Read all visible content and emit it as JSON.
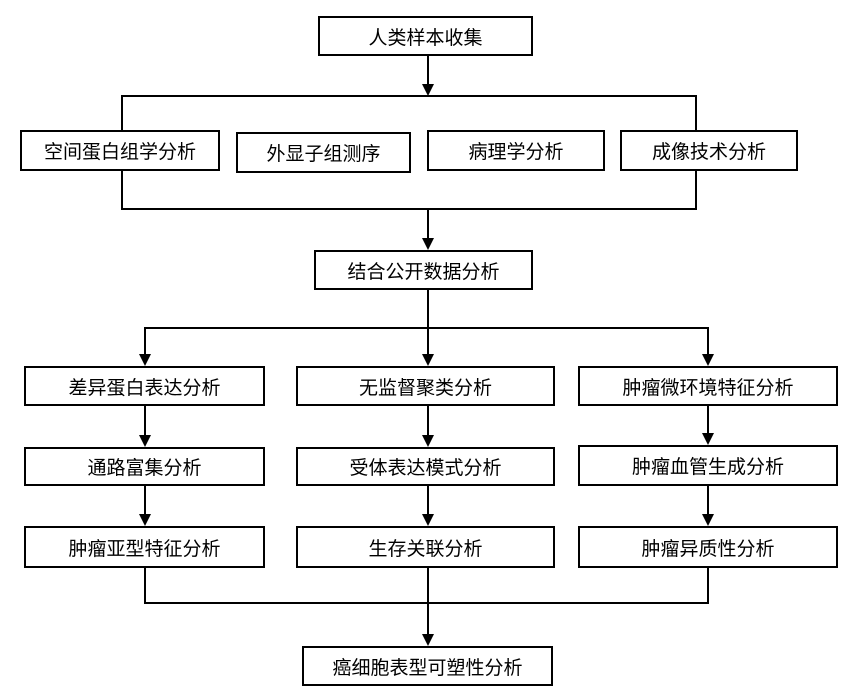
{
  "flowchart": {
    "start": "人类样本收集",
    "methods": [
      "空间蛋白组学分析",
      "外显子组测序",
      "病理学分析",
      "成像技术分析"
    ],
    "integration": "结合公开数据分析",
    "branch_left": [
      "差异蛋白表达分析",
      "通路富集分析",
      "肿瘤亚型特征分析"
    ],
    "branch_middle": [
      "无监督聚类分析",
      "受体表达模式分析",
      "生存关联分析"
    ],
    "branch_right": [
      "肿瘤微环境特征分析",
      "肿瘤血管生成分析",
      "肿瘤异质性分析"
    ],
    "end": "癌细胞表型可塑性分析"
  }
}
